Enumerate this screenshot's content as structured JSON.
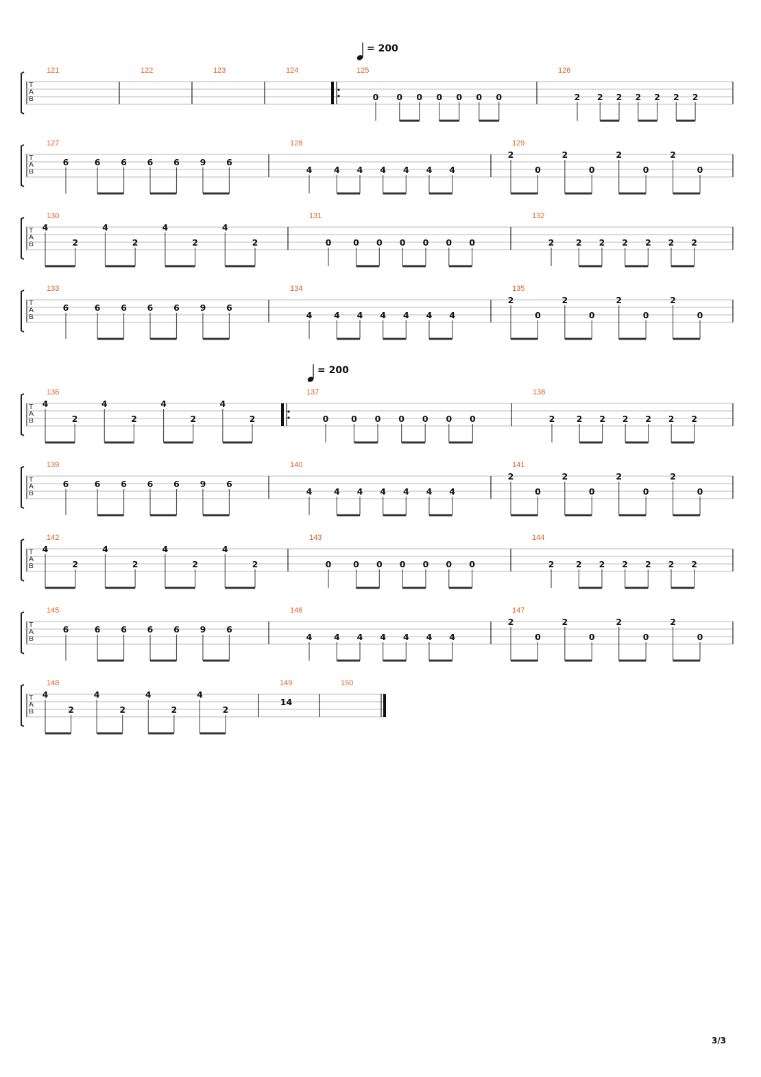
{
  "page_number": "3/3",
  "tab_clef": [
    "T",
    "A",
    "B"
  ],
  "tempo_marks": [
    {
      "value": "= 200",
      "at_measure": "125"
    },
    {
      "value": "= 200",
      "at_measure": "137"
    }
  ],
  "systems": [
    {
      "measures": [
        {
          "number": "121",
          "notes": []
        },
        {
          "number": "122",
          "notes": []
        },
        {
          "number": "123",
          "notes": []
        },
        {
          "number": "124",
          "notes": []
        },
        {
          "number": "125",
          "repeat_start": true,
          "notes": [
            [
              "0",
              3
            ],
            [
              "0",
              3
            ],
            [
              "0",
              3
            ],
            [
              "0",
              3
            ],
            [
              "0",
              3
            ],
            [
              "0",
              3
            ],
            [
              "0",
              3
            ]
          ]
        },
        {
          "number": "126",
          "notes": [
            [
              "2",
              3
            ],
            [
              "2",
              3
            ],
            [
              "2",
              3
            ],
            [
              "2",
              3
            ],
            [
              "2",
              3
            ],
            [
              "2",
              3
            ],
            [
              "2",
              3
            ]
          ]
        }
      ]
    },
    {
      "measures": [
        {
          "number": "127",
          "notes": [
            [
              "6",
              2
            ],
            [
              "6",
              2
            ],
            [
              "6",
              2
            ],
            [
              "6",
              2
            ],
            [
              "6",
              2
            ],
            [
              "9",
              2
            ],
            [
              "6",
              2
            ]
          ]
        },
        {
          "number": "128",
          "notes": [
            [
              "4",
              3
            ],
            [
              "4",
              3
            ],
            [
              "4",
              3
            ],
            [
              "4",
              3
            ],
            [
              "4",
              3
            ],
            [
              "4",
              3
            ],
            [
              "4",
              3
            ]
          ]
        },
        {
          "number": "129",
          "notes": [
            [
              "2",
              1
            ],
            [
              "0",
              3
            ],
            [
              "2",
              1
            ],
            [
              "0",
              3
            ],
            [
              "2",
              1
            ],
            [
              "0",
              3
            ],
            [
              "2",
              1
            ],
            [
              "0",
              3
            ]
          ]
        }
      ]
    },
    {
      "measures": [
        {
          "number": "130",
          "notes": [
            [
              "4",
              1
            ],
            [
              "2",
              3
            ],
            [
              "4",
              1
            ],
            [
              "2",
              3
            ],
            [
              "4",
              1
            ],
            [
              "2",
              3
            ],
            [
              "4",
              1
            ],
            [
              "2",
              3
            ]
          ]
        },
        {
          "number": "131",
          "notes": [
            [
              "0",
              3
            ],
            [
              "0",
              3
            ],
            [
              "0",
              3
            ],
            [
              "0",
              3
            ],
            [
              "0",
              3
            ],
            [
              "0",
              3
            ],
            [
              "0",
              3
            ]
          ]
        },
        {
          "number": "132",
          "notes": [
            [
              "2",
              3
            ],
            [
              "2",
              3
            ],
            [
              "2",
              3
            ],
            [
              "2",
              3
            ],
            [
              "2",
              3
            ],
            [
              "2",
              3
            ],
            [
              "2",
              3
            ]
          ]
        }
      ]
    },
    {
      "measures": [
        {
          "number": "133",
          "notes": [
            [
              "6",
              2
            ],
            [
              "6",
              2
            ],
            [
              "6",
              2
            ],
            [
              "6",
              2
            ],
            [
              "6",
              2
            ],
            [
              "9",
              2
            ],
            [
              "6",
              2
            ]
          ]
        },
        {
          "number": "134",
          "notes": [
            [
              "4",
              3
            ],
            [
              "4",
              3
            ],
            [
              "4",
              3
            ],
            [
              "4",
              3
            ],
            [
              "4",
              3
            ],
            [
              "4",
              3
            ],
            [
              "4",
              3
            ]
          ]
        },
        {
          "number": "135",
          "notes": [
            [
              "2",
              1
            ],
            [
              "0",
              3
            ],
            [
              "2",
              1
            ],
            [
              "0",
              3
            ],
            [
              "2",
              1
            ],
            [
              "0",
              3
            ],
            [
              "2",
              1
            ],
            [
              "0",
              3
            ]
          ]
        }
      ]
    },
    {
      "measures": [
        {
          "number": "136",
          "notes": [
            [
              "4",
              1
            ],
            [
              "2",
              3
            ],
            [
              "4",
              1
            ],
            [
              "2",
              3
            ],
            [
              "4",
              1
            ],
            [
              "2",
              3
            ],
            [
              "4",
              1
            ],
            [
              "2",
              3
            ]
          ]
        },
        {
          "number": "137",
          "repeat_start": true,
          "notes": [
            [
              "0",
              3
            ],
            [
              "0",
              3
            ],
            [
              "0",
              3
            ],
            [
              "0",
              3
            ],
            [
              "0",
              3
            ],
            [
              "0",
              3
            ],
            [
              "0",
              3
            ]
          ]
        },
        {
          "number": "138",
          "notes": [
            [
              "2",
              3
            ],
            [
              "2",
              3
            ],
            [
              "2",
              3
            ],
            [
              "2",
              3
            ],
            [
              "2",
              3
            ],
            [
              "2",
              3
            ],
            [
              "2",
              3
            ]
          ]
        }
      ]
    },
    {
      "measures": [
        {
          "number": "139",
          "notes": [
            [
              "6",
              2
            ],
            [
              "6",
              2
            ],
            [
              "6",
              2
            ],
            [
              "6",
              2
            ],
            [
              "6",
              2
            ],
            [
              "9",
              2
            ],
            [
              "6",
              2
            ]
          ]
        },
        {
          "number": "140",
          "notes": [
            [
              "4",
              3
            ],
            [
              "4",
              3
            ],
            [
              "4",
              3
            ],
            [
              "4",
              3
            ],
            [
              "4",
              3
            ],
            [
              "4",
              3
            ],
            [
              "4",
              3
            ]
          ]
        },
        {
          "number": "141",
          "notes": [
            [
              "2",
              1
            ],
            [
              "0",
              3
            ],
            [
              "2",
              1
            ],
            [
              "0",
              3
            ],
            [
              "2",
              1
            ],
            [
              "0",
              3
            ],
            [
              "2",
              1
            ],
            [
              "0",
              3
            ]
          ]
        }
      ]
    },
    {
      "measures": [
        {
          "number": "142",
          "notes": [
            [
              "4",
              1
            ],
            [
              "2",
              3
            ],
            [
              "4",
              1
            ],
            [
              "2",
              3
            ],
            [
              "4",
              1
            ],
            [
              "2",
              3
            ],
            [
              "4",
              1
            ],
            [
              "2",
              3
            ]
          ]
        },
        {
          "number": "143",
          "notes": [
            [
              "0",
              3
            ],
            [
              "0",
              3
            ],
            [
              "0",
              3
            ],
            [
              "0",
              3
            ],
            [
              "0",
              3
            ],
            [
              "0",
              3
            ],
            [
              "0",
              3
            ]
          ]
        },
        {
          "number": "144",
          "notes": [
            [
              "2",
              3
            ],
            [
              "2",
              3
            ],
            [
              "2",
              3
            ],
            [
              "2",
              3
            ],
            [
              "2",
              3
            ],
            [
              "2",
              3
            ],
            [
              "2",
              3
            ]
          ]
        }
      ]
    },
    {
      "measures": [
        {
          "number": "145",
          "notes": [
            [
              "6",
              2
            ],
            [
              "6",
              2
            ],
            [
              "6",
              2
            ],
            [
              "6",
              2
            ],
            [
              "6",
              2
            ],
            [
              "9",
              2
            ],
            [
              "6",
              2
            ]
          ]
        },
        {
          "number": "146",
          "notes": [
            [
              "4",
              3
            ],
            [
              "4",
              3
            ],
            [
              "4",
              3
            ],
            [
              "4",
              3
            ],
            [
              "4",
              3
            ],
            [
              "4",
              3
            ],
            [
              "4",
              3
            ]
          ]
        },
        {
          "number": "147",
          "notes": [
            [
              "2",
              1
            ],
            [
              "0",
              3
            ],
            [
              "2",
              1
            ],
            [
              "0",
              3
            ],
            [
              "2",
              1
            ],
            [
              "0",
              3
            ],
            [
              "2",
              1
            ],
            [
              "0",
              3
            ]
          ]
        }
      ]
    },
    {
      "measures": [
        {
          "number": "148",
          "notes": [
            [
              "4",
              1
            ],
            [
              "2",
              3
            ],
            [
              "4",
              1
            ],
            [
              "2",
              3
            ],
            [
              "4",
              1
            ],
            [
              "2",
              3
            ],
            [
              "4",
              1
            ],
            [
              "2",
              3
            ]
          ]
        },
        {
          "number": "149",
          "whole_note": [
            "14",
            2
          ]
        },
        {
          "number": "150",
          "final_bar": true,
          "notes": []
        }
      ]
    }
  ]
}
